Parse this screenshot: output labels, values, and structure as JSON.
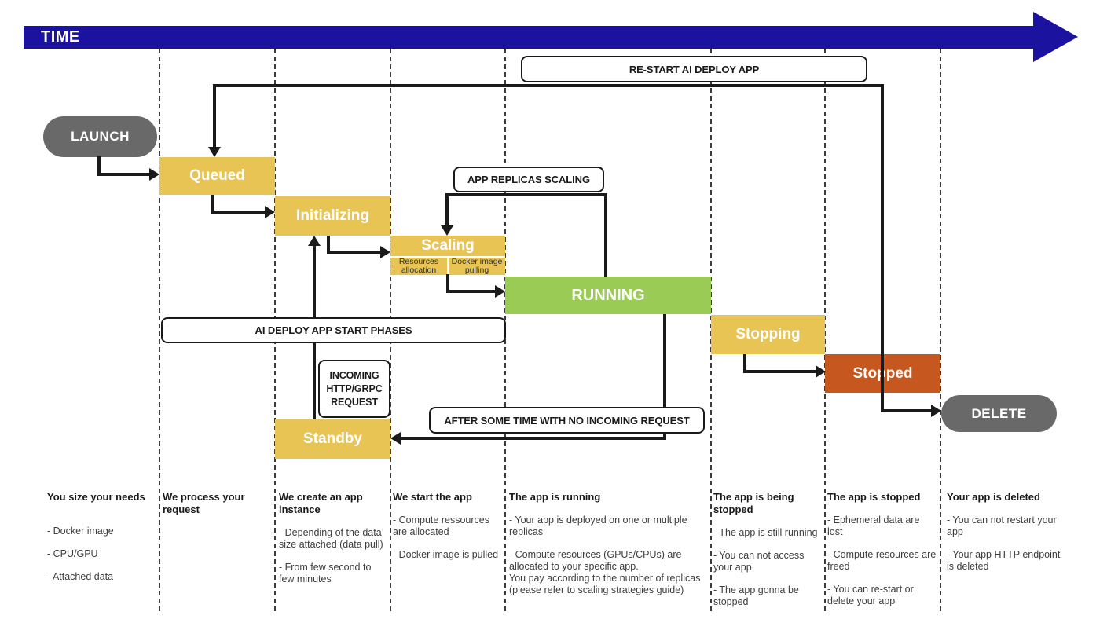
{
  "timeline": {
    "label": "TIME"
  },
  "colors": {
    "timeline_blue": "#1C12A0",
    "phase_yellow": "#E8C454",
    "running_green": "#9ACC55",
    "stopped_orange": "#C6571F",
    "terminal_gray": "#696969",
    "arrow_black": "#1A1A1A"
  },
  "terminals": {
    "launch": "LAUNCH",
    "delete": "DELETE"
  },
  "phases": {
    "queued": "Queued",
    "initializing": "Initializing",
    "scaling": "Scaling",
    "scaling_sub_1": "Resources allocation",
    "scaling_sub_2": "Docker image pulling",
    "running": "RUNNING",
    "stopping": "Stopping",
    "stopped": "Stopped",
    "standby": "Standby"
  },
  "callouts": {
    "restart": "RE-START AI DEPLOY APP",
    "replicas_scaling": "APP REPLICAS SCALING",
    "start_phases": "AI DEPLOY APP START PHASES",
    "incoming_request": "INCOMING HTTP/GRPC REQUEST",
    "no_incoming_request": "AFTER SOME TIME WITH NO INCOMING REQUEST"
  },
  "columns": [
    {
      "title": "You size your needs",
      "items": [
        "- Docker image",
        "- CPU/GPU",
        "- Attached data"
      ]
    },
    {
      "title": "We process your request",
      "items": []
    },
    {
      "title": "We create an app instance",
      "items": [
        "- Depending of the data size attached (data pull)",
        "- From few second to few minutes"
      ]
    },
    {
      "title": "We start the app",
      "items": [
        "- Compute ressources are allocated",
        "- Docker image is pulled"
      ]
    },
    {
      "title": "The app is running",
      "items": [
        "- Your app is deployed on one or multiple replicas",
        "- Compute resources (GPUs/CPUs) are allocated to your specific app.\nYou pay according to the number of replicas\n(please refer to scaling strategies guide)"
      ]
    },
    {
      "title": "The app is being stopped",
      "items": [
        "- The app is still running",
        "- You can not access your app",
        "- The app gonna be stopped"
      ]
    },
    {
      "title": "The app is stopped",
      "items": [
        "- Ephemeral data are lost",
        "- Compute resources are freed",
        "- You can re-start or delete your app"
      ]
    },
    {
      "title": "Your app is deleted",
      "items": [
        "- You can not restart your app",
        "- Your app HTTP endpoint is deleted"
      ]
    }
  ]
}
